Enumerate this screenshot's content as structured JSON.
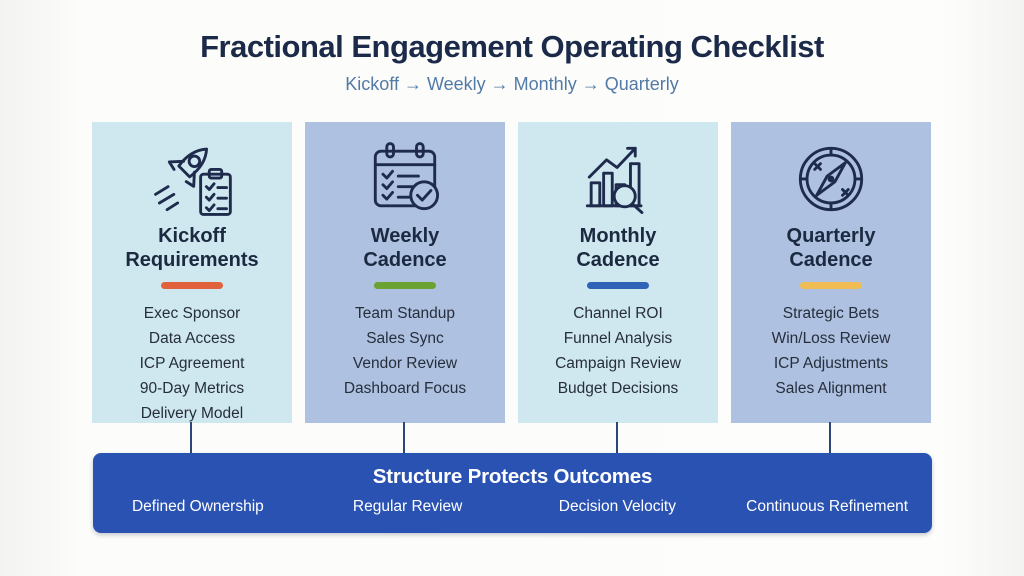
{
  "header": {
    "title": "Fractional Engagement Operating Checklist",
    "subtitle": "Kickoff → Weekly → Monthly → Quarterly"
  },
  "cards": [
    {
      "title_line1": "Kickoff",
      "title_line2": "Requirements",
      "icon": "rocket-clipboard-icon",
      "bg_color": "#cfe7ee",
      "accent_color": "#e0613c",
      "items": [
        "Exec Sponsor",
        "Data Access",
        "ICP Agreement",
        "90-Day Metrics",
        "Delivery Model"
      ]
    },
    {
      "title_line1": "Weekly",
      "title_line2": "Cadence",
      "icon": "calendar-check-icon",
      "bg_color": "#aec1e1",
      "accent_color": "#6ba232",
      "items": [
        "Team Standup",
        "Sales Sync",
        "Vendor Review",
        "Dashboard Focus"
      ]
    },
    {
      "title_line1": "Monthly",
      "title_line2": "Cadence",
      "icon": "chart-magnifier-icon",
      "bg_color": "#cfe7ee",
      "accent_color": "#2f63b8",
      "items": [
        "Channel ROI",
        "Funnel Analysis",
        "Campaign Review",
        "Budget Decisions"
      ]
    },
    {
      "title_line1": "Quarterly",
      "title_line2": "Cadence",
      "icon": "compass-icon",
      "bg_color": "#aec1e1",
      "accent_color": "#f0bd55",
      "items": [
        "Strategic Bets",
        "Win/Loss Review",
        "ICP Adjustments",
        "Sales Alignment"
      ]
    }
  ],
  "banner": {
    "title": "Structure Protects Outcomes",
    "bg_color": "#2a52b2",
    "items": [
      "Defined Ownership",
      "Regular Review",
      "Decision Velocity",
      "Continuous Refinement"
    ]
  },
  "colors": {
    "page_background": "#f8f8f6",
    "title_text": "#1c2a49",
    "subtitle_text": "#527aa6",
    "item_text": "#262e3c",
    "connector_line": "#2c4677",
    "icon_stroke": "#1e2b4d",
    "banner_text": "#ffffff"
  }
}
